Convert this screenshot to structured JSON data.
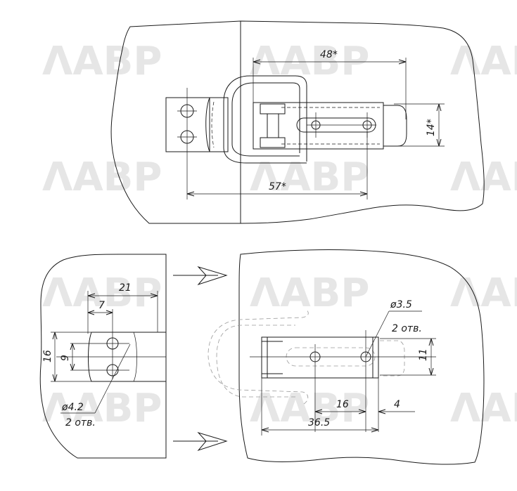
{
  "watermark": {
    "text": "ΛABP",
    "color": "#e6e6e6"
  },
  "top_view": {
    "dim_length": "57*",
    "dim_width": "48*",
    "dim_height": "14*"
  },
  "left_view": {
    "dim_outer": "21",
    "dim_inner": "7",
    "dim_pitch_outer": "16",
    "dim_pitch_inner": "9",
    "hole_dia": "ø4.2",
    "hole_count": "2 отв."
  },
  "right_view": {
    "hole_dia": "ø3.5",
    "hole_count": "2 отв.",
    "dim_height": "11",
    "dim_spacing": "16",
    "dim_offset": "4",
    "dim_overall": "36.5"
  },
  "colors": {
    "line": "#1a1a1a",
    "ghost": "#9a9a9a"
  }
}
